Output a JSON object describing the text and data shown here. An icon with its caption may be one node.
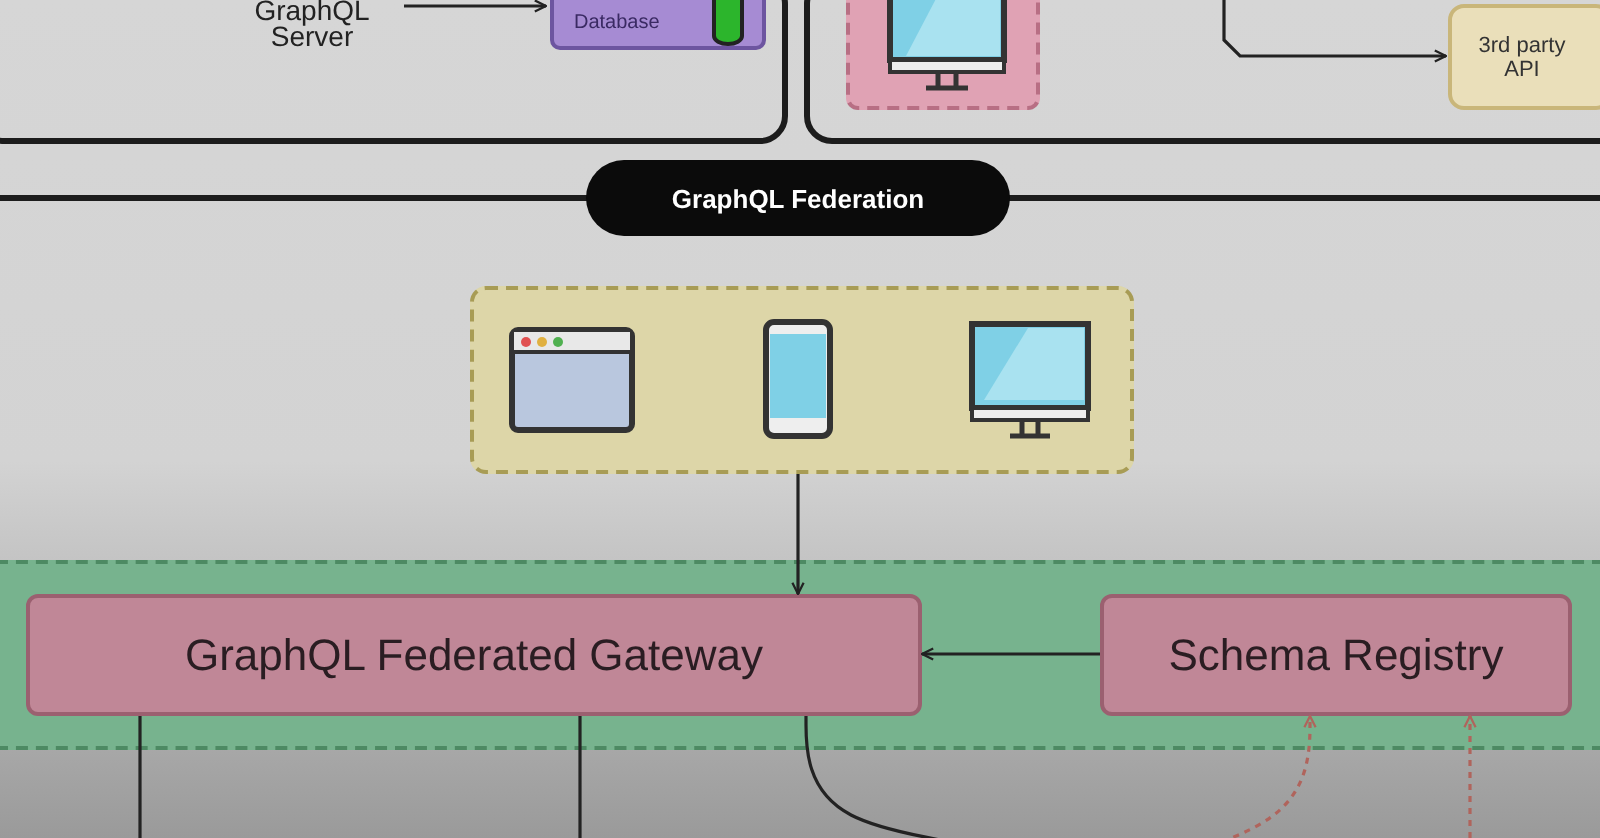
{
  "diagram": {
    "nodes": [
      {
        "text": [],
        "shape": "box"
      },
      {
        "text": [
          "GraphQL Server"
        ],
        "in": 0
      },
      {
        "text": [
          "Database"
        ],
        "in": 0
      },
      {
        "text": [],
        "shape": "box"
      },
      {
        "text": [],
        "shape": "picture",
        "in": 3
      },
      {
        "text": [
          "3rd party API"
        ],
        "in": 3
      },
      {
        "text": [
          "GraphQL Federation"
        ]
      },
      {
        "text": [],
        "shape": "box"
      },
      {
        "text": [],
        "shape": "picture",
        "in": 7
      },
      {
        "text": [],
        "shape": "picture",
        "in": 7
      },
      {
        "text": [],
        "shape": "picture",
        "in": 7
      },
      {
        "text": [],
        "shape": "box"
      },
      {
        "text": [
          "GraphQL Federated Gateway"
        ],
        "in": 11
      },
      {
        "text": [
          "Schema Registry"
        ],
        "in": 11
      }
    ],
    "edges": [
      {
        "from": 1,
        "to": 2,
        "arrow": "to"
      },
      {
        "from": null,
        "to": 5,
        "arrow": "to"
      },
      {
        "from": 7,
        "to": 12,
        "arrow": "to"
      },
      {
        "from": 13,
        "to": 12,
        "arrow": "to"
      },
      {
        "from": 12,
        "to": null,
        "arrow": "none"
      },
      {
        "from": 12,
        "to": null,
        "arrow": "none"
      },
      {
        "from": 12,
        "to": null,
        "arrow": "none"
      },
      {
        "from": null,
        "to": 13,
        "arrow": "to",
        "style": "dashed",
        "color": "#b0645c"
      },
      {
        "from": null,
        "to": 13,
        "arrow": "to",
        "style": "dashed",
        "color": "#b0645c"
      }
    ]
  }
}
